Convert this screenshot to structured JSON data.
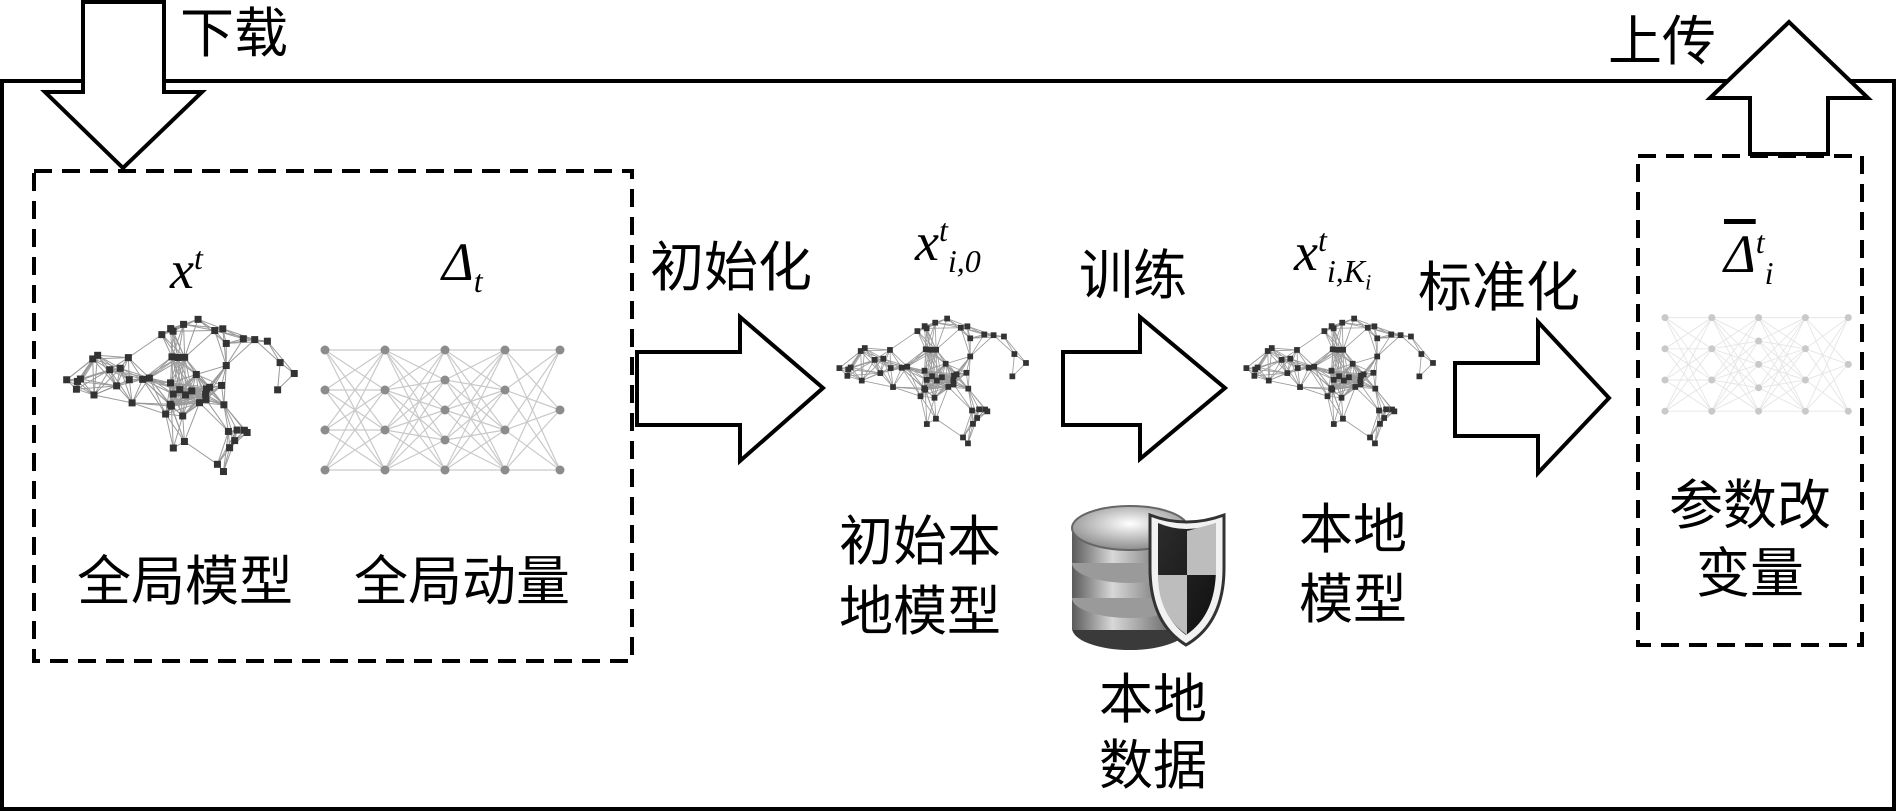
{
  "top_labels": {
    "download": "下载",
    "upload": "上传"
  },
  "global_box": {
    "model": {
      "symbol": "x",
      "sup": "t",
      "label": "全局模型"
    },
    "momentum": {
      "symbol": "Δ",
      "sub": "t",
      "label": "全局动量"
    }
  },
  "steps": {
    "init": {
      "label": "初始化"
    },
    "train": {
      "label": "训练"
    },
    "normalize": {
      "label": "标准化"
    }
  },
  "initial_local": {
    "symbol": "x",
    "sup": "t",
    "sub": "i,0",
    "label_line1": "初始本",
    "label_line2": "地模型"
  },
  "local_model": {
    "symbol": "x",
    "sup": "t",
    "sub": "i,K",
    "sub_nested": "i",
    "label_line1": "本地",
    "label_line2": "模型"
  },
  "local_data": {
    "label_line1": "本地",
    "label_line2": "数据"
  },
  "param_change": {
    "symbol": "Δ",
    "sup": "t",
    "sub": "i",
    "label_line1": "参数改",
    "label_line2": "变量"
  },
  "icons": [
    "brain-network-icon",
    "neural-net-icon",
    "database-shield-icon",
    "arrow-down-icon",
    "arrow-up-icon",
    "arrow-right-icon"
  ]
}
